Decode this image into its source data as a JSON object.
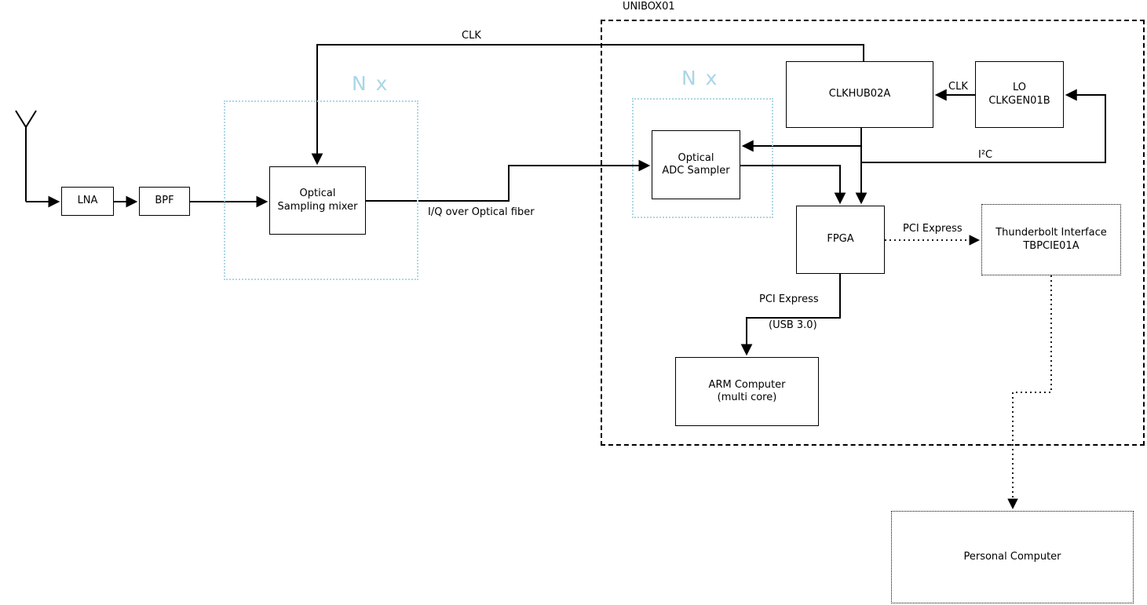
{
  "diagram": {
    "title": "UNIBOX01",
    "accent_color": "#a9d6e7",
    "line_color": "#000000",
    "containers": {
      "unibox_label": "UNIBOX01",
      "nx_left_label": "N x",
      "nx_right_label": "N x"
    },
    "blocks": {
      "lna": "LNA",
      "bpf": "BPF",
      "mixer": "Optical\nSampling mixer",
      "adc": "Optical\nADC Sampler",
      "clkhub": "CLKHUB02A",
      "lo": "LO\nCLKGEN01B",
      "fpga": "FPGA",
      "arm": "ARM Computer\n(multi core)",
      "thunderbolt": "Thunderbolt Interface\nTBPCIE01A",
      "pc": "Personal Computer"
    },
    "wire_labels": {
      "clk_top": "CLK",
      "clk_lo": "CLK",
      "iq_fiber": "I/Q over Optical fiber",
      "i2c": "I²C",
      "pci_express_tb": "PCI Express",
      "pci_express_arm": "PCI Express",
      "usb": "(USB 3.0)"
    }
  }
}
